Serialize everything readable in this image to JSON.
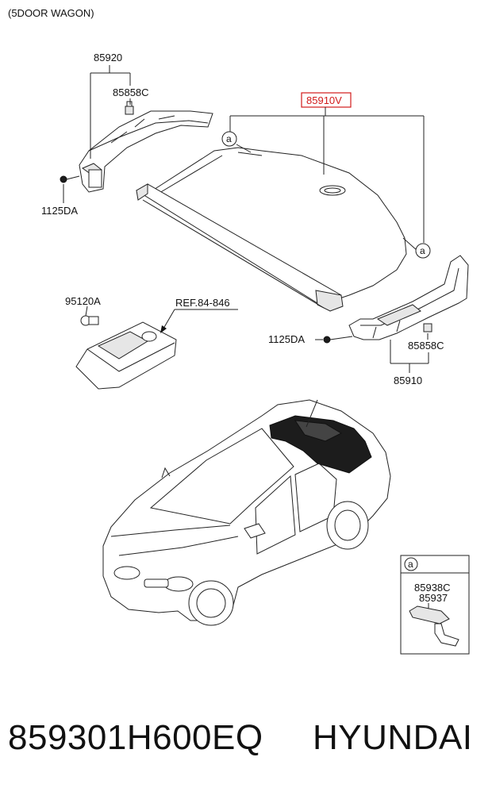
{
  "header": {
    "variant": "(5DOOR WAGON)"
  },
  "labels": {
    "part_85920": "85920",
    "part_85858c_top": "85858C",
    "part_1125da_top": "1125DA",
    "part_85910v": "85910V",
    "part_95120a": "95120A",
    "ref_84_846": "REF.84-846",
    "part_1125da_right": "1125DA",
    "part_85858c_right": "85858C",
    "part_85910": "85910",
    "callout_a": "a",
    "inset_a": "a",
    "part_85938c": "85938C",
    "part_85937": "85937"
  },
  "colors": {
    "highlight_box": "#d11a1a",
    "line": "#222222"
  },
  "footer": {
    "part_number": "859301H600EQ",
    "brand": "HYUNDAI"
  }
}
